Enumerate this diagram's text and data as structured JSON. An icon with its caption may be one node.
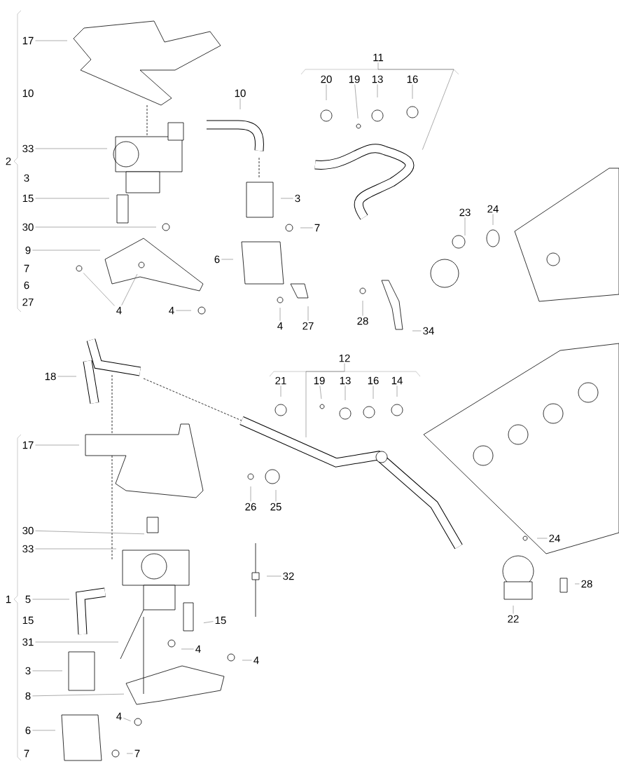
{
  "diagram": {
    "nodes": [
      {
        "text": [
          "17"
        ]
      },
      {
        "text": [
          "33"
        ]
      },
      {
        "text": [
          "15"
        ]
      },
      {
        "text": [
          "30"
        ]
      },
      {
        "text": [
          "9"
        ]
      },
      {
        "text": [
          "4"
        ]
      },
      {
        "text": [
          "4"
        ]
      },
      {
        "text": [
          "10"
        ]
      },
      {
        "text": [
          "3"
        ]
      },
      {
        "text": [
          "7"
        ]
      },
      {
        "text": [
          "6"
        ]
      },
      {
        "text": [
          "4"
        ]
      },
      {
        "text": [
          "27"
        ]
      },
      {
        "text": [
          "11"
        ]
      },
      {
        "text": [
          "20"
        ]
      },
      {
        "text": [
          "19"
        ]
      },
      {
        "text": [
          "13"
        ]
      },
      {
        "text": [
          "16"
        ]
      },
      {
        "text": [
          "23"
        ]
      },
      {
        "text": [
          "24"
        ]
      },
      {
        "text": [
          "28"
        ]
      },
      {
        "text": [
          "34"
        ]
      },
      {
        "text": [
          "12"
        ]
      },
      {
        "text": [
          "18"
        ]
      },
      {
        "text": [
          "21"
        ]
      },
      {
        "text": [
          "19"
        ]
      },
      {
        "text": [
          "13"
        ]
      },
      {
        "text": [
          "16"
        ]
      },
      {
        "text": [
          "14"
        ]
      },
      {
        "text": [
          "26"
        ]
      },
      {
        "text": [
          "25"
        ]
      },
      {
        "text": [
          "17"
        ]
      },
      {
        "text": [
          "30"
        ]
      },
      {
        "text": [
          "33"
        ]
      },
      {
        "text": [
          "5"
        ]
      },
      {
        "text": [
          "31"
        ]
      },
      {
        "text": [
          "3"
        ]
      },
      {
        "text": [
          "8"
        ]
      },
      {
        "text": [
          "6"
        ]
      },
      {
        "text": [
          "15"
        ]
      },
      {
        "text": [
          "4"
        ]
      },
      {
        "text": [
          "4"
        ]
      },
      {
        "text": [
          "4"
        ]
      },
      {
        "text": [
          "7"
        ]
      },
      {
        "text": [
          "32"
        ]
      },
      {
        "text": [
          "24"
        ]
      },
      {
        "text": [
          "28"
        ]
      },
      {
        "text": [
          "22"
        ]
      }
    ],
    "edges": [
      {
        "from": 0,
        "to": null,
        "arrow": "none"
      },
      {
        "from": 1,
        "to": null,
        "arrow": "none"
      },
      {
        "from": 2,
        "to": null,
        "arrow": "none"
      },
      {
        "from": 3,
        "to": null,
        "arrow": "none"
      },
      {
        "from": 4,
        "to": null,
        "arrow": "none"
      },
      {
        "from": 5,
        "to": null,
        "arrow": "none"
      },
      {
        "from": 5,
        "to": null,
        "arrow": "none"
      },
      {
        "from": 6,
        "to": null,
        "arrow": "none"
      },
      {
        "from": 7,
        "to": null,
        "arrow": "none"
      },
      {
        "from": 8,
        "to": null,
        "arrow": "none"
      },
      {
        "from": 9,
        "to": null,
        "arrow": "none"
      },
      {
        "from": 10,
        "to": null,
        "arrow": "none"
      },
      {
        "from": 11,
        "to": null,
        "arrow": "none"
      },
      {
        "from": 12,
        "to": null,
        "arrow": "none"
      },
      {
        "from": 13,
        "to": null,
        "arrow": "none"
      },
      {
        "from": 14,
        "to": null,
        "arrow": "none"
      },
      {
        "from": 15,
        "to": null,
        "arrow": "none"
      },
      {
        "from": 16,
        "to": null,
        "arrow": "none"
      },
      {
        "from": 17,
        "to": null,
        "arrow": "none"
      },
      {
        "from": 18,
        "to": null,
        "arrow": "none"
      },
      {
        "from": 19,
        "to": null,
        "arrow": "none"
      },
      {
        "from": 20,
        "to": null,
        "arrow": "none"
      },
      {
        "from": 21,
        "to": null,
        "arrow": "none"
      },
      {
        "from": 22,
        "to": null,
        "arrow": "none"
      },
      {
        "from": 23,
        "to": null,
        "arrow": "none"
      },
      {
        "from": 24,
        "to": null,
        "arrow": "none"
      },
      {
        "from": 25,
        "to": null,
        "arrow": "none"
      },
      {
        "from": 26,
        "to": null,
        "arrow": "none"
      },
      {
        "from": 27,
        "to": null,
        "arrow": "none"
      },
      {
        "from": 28,
        "to": null,
        "arrow": "none"
      },
      {
        "from": 29,
        "to": null,
        "arrow": "none"
      },
      {
        "from": 30,
        "to": null,
        "arrow": "none"
      },
      {
        "from": 31,
        "to": null,
        "arrow": "none"
      },
      {
        "from": 32,
        "to": null,
        "arrow": "none"
      },
      {
        "from": 33,
        "to": null,
        "arrow": "none"
      },
      {
        "from": 34,
        "to": null,
        "arrow": "none"
      },
      {
        "from": 35,
        "to": null,
        "arrow": "none"
      },
      {
        "from": 36,
        "to": null,
        "arrow": "none"
      },
      {
        "from": 37,
        "to": null,
        "arrow": "none"
      },
      {
        "from": 38,
        "to": null,
        "arrow": "none"
      },
      {
        "from": 39,
        "to": null,
        "arrow": "none"
      },
      {
        "from": 40,
        "to": null,
        "arrow": "none"
      },
      {
        "from": 41,
        "to": null,
        "arrow": "none"
      },
      {
        "from": 42,
        "to": null,
        "arrow": "none"
      },
      {
        "from": 43,
        "to": null,
        "arrow": "none"
      },
      {
        "from": 44,
        "to": null,
        "arrow": "none"
      },
      {
        "from": 45,
        "to": null,
        "arrow": "none"
      },
      {
        "from": 46,
        "to": null,
        "arrow": "none"
      },
      {
        "from": 47,
        "to": null,
        "arrow": "none"
      }
    ],
    "labels": [
      "10",
      "2",
      "3",
      "7",
      "6",
      "27",
      "1",
      "15",
      "7"
    ]
  }
}
